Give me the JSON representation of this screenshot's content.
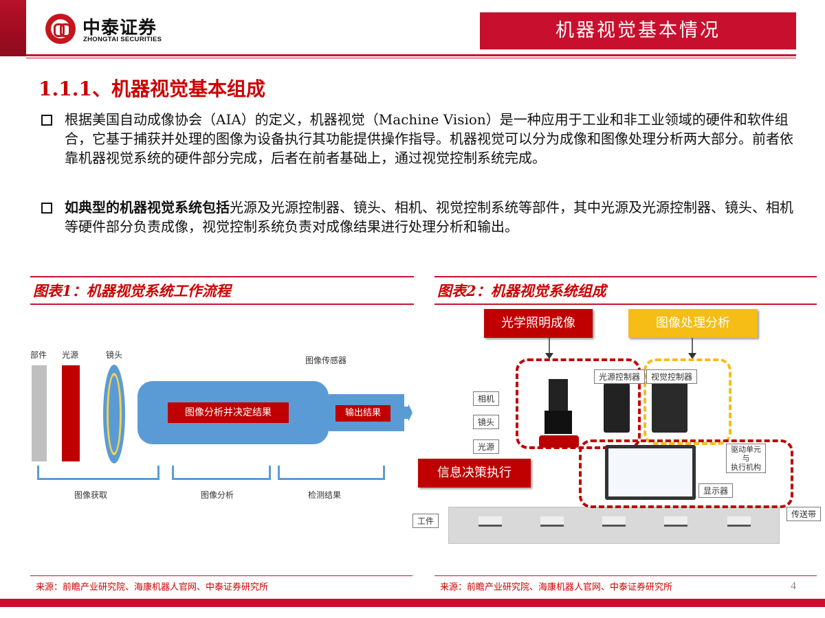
{
  "header": {
    "logo_cn": "中泰证券",
    "logo_en": "ZHONGTAI SECURITIES",
    "title": "机器视觉基本情况"
  },
  "section": {
    "title": "1.1.1、机器视觉基本组成",
    "para1": "根据美国自动成像协会（AIA）的定义，机器视觉（Machine Vision）是一种应用于工业和非工业领域的硬件和软件组合，它基于捕获并处理的图像为设备执行其功能提供操作指导。机器视觉可以分为成像和图像处理分析两大部分。前者依靠机器视觉系统的硬件部分完成，后者在前者基础上，通过视觉控制系统完成。",
    "para2_bold": "如典型的机器视觉系统包括",
    "para2_rest": "光源及光源控制器、镜头、相机、视觉控制系统等部件，其中光源及光源控制器、镜头、相机等硬件部分负责成像，视觉控制系统负责对成像结果进行处理分析和输出。"
  },
  "figure1": {
    "title": "图表1：机器视觉系统工作流程",
    "labels": {
      "parts": "部件",
      "light": "光源",
      "lens": "镜头",
      "sensor": "图像传感器",
      "analyze": "图像分析并决定结果",
      "output": "输出结果",
      "acquire": "图像获取",
      "analysis": "图像分析",
      "result": "检测结果"
    },
    "source": "来源：前瞻产业研究院、海康机器人官网、中泰证券研究所"
  },
  "figure2": {
    "title": "图表2：机器视觉系统组成",
    "labels": {
      "optical": "光学照明成像",
      "image_proc": "图像处理分析",
      "decision": "信息决策执行",
      "camera": "相机",
      "lens": "镜头",
      "light": "光源",
      "light_ctrl": "光源控制器",
      "vision_ctrl": "视觉控制器",
      "drive": "驱动单元",
      "and": "与",
      "actuator": "执行机构",
      "display": "显示器",
      "workpiece": "工件",
      "belt": "传送带"
    },
    "source": "来源：前瞻产业研究院、海康机器人官网、中泰证券研究所"
  },
  "page_number": "4",
  "colors": {
    "brand_red": "#c8102e",
    "blue": "#5b9bd5",
    "yellow": "#f6bd16"
  }
}
